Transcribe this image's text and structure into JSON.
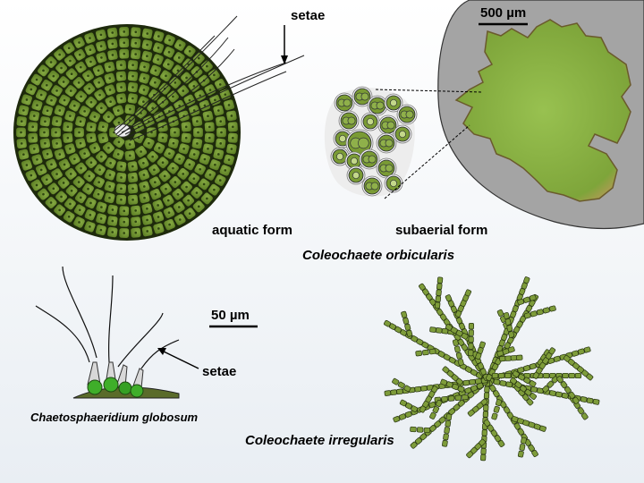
{
  "labels": {
    "setae_top": "setae",
    "scale_top": "500 µm",
    "aquatic_form": "aquatic form",
    "subaerial_form": "subaerial form",
    "coleochaete_orbicularis": "Coleochaete orbicularis",
    "scale_bottom": "50 µm",
    "setae_bottom": "setae",
    "chaetosphaeridium": "Chaetosphaeridium globosum",
    "coleochaete_irregularis": "Coleochaete irregularis"
  },
  "colors": {
    "cell_fill": "#6b8f2c",
    "cell_stroke": "#1e2a0c",
    "mat_fill": "#8fb84a",
    "mat_edge": "#a88f4a",
    "rock": "#a6a6a6",
    "chloroplast": "#3fae2a"
  }
}
